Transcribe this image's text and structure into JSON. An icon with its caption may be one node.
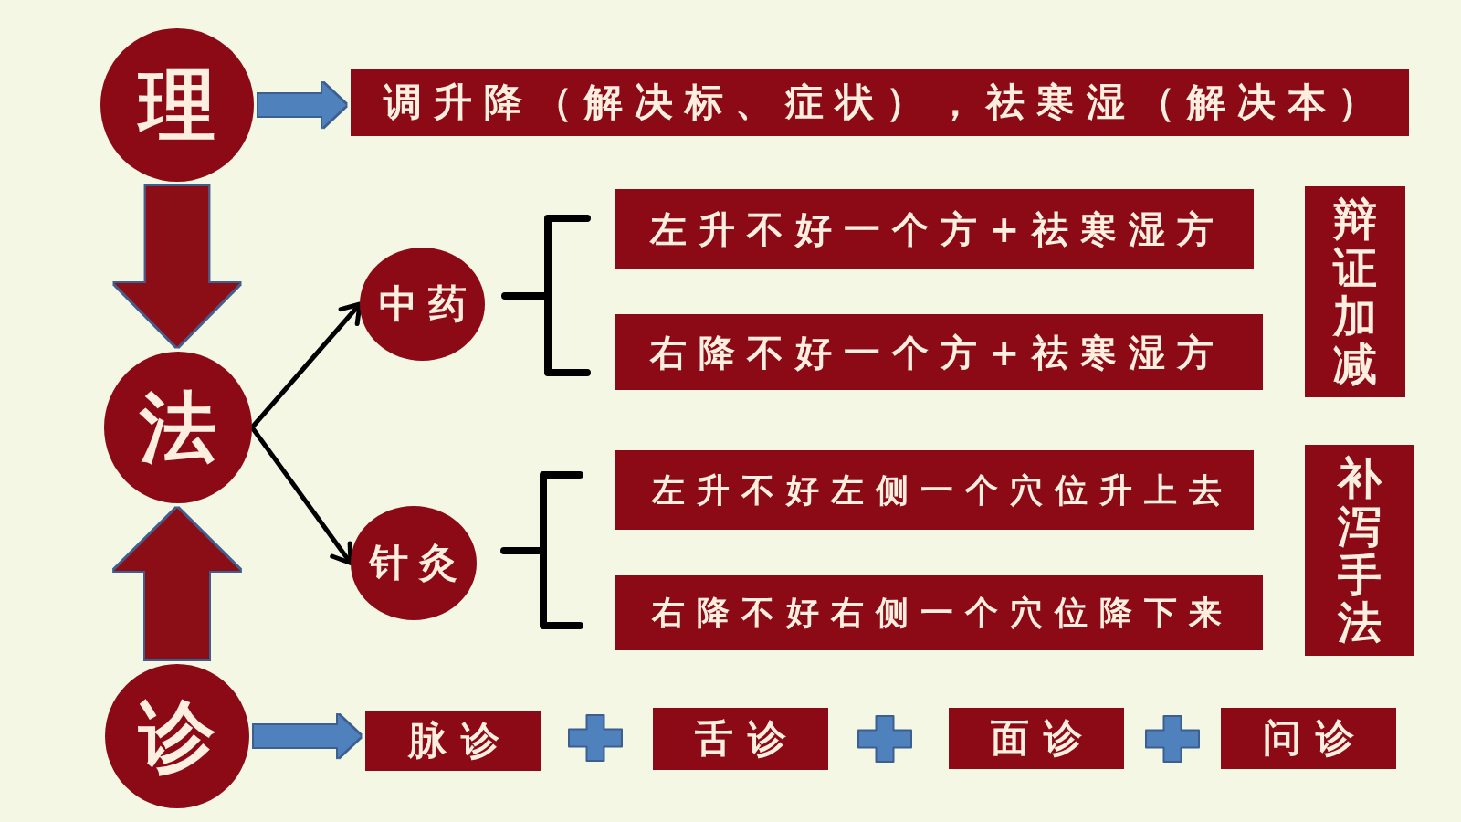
{
  "diagram": {
    "nodes": [
      {
        "text": [
          "理"
        ]
      },
      {
        "text": [
          "调升降（解决标、症状），祛寒湿（解决本）"
        ]
      },
      {
        "text": [
          "法"
        ]
      },
      {
        "text": [
          "中药"
        ]
      },
      {
        "text": [
          "左升不好一个方+祛寒湿方"
        ]
      },
      {
        "text": [
          "右降不好一个方+祛寒湿方"
        ]
      },
      {
        "text": [
          "辩证加减"
        ]
      },
      {
        "text": [
          "针灸"
        ]
      },
      {
        "text": [
          "左升不好左侧一个穴位升上去"
        ]
      },
      {
        "text": [
          "右降不好右侧一个穴位降下来"
        ]
      },
      {
        "text": [
          "补泻手法"
        ]
      },
      {
        "text": [
          "诊"
        ]
      },
      {
        "text": [
          "脉诊"
        ]
      },
      {
        "text": [
          "舌诊"
        ]
      },
      {
        "text": [
          "面诊"
        ]
      },
      {
        "text": [
          "问诊"
        ]
      }
    ],
    "edges": [
      {
        "from": 0,
        "to": 1,
        "arrow": "to",
        "color": "#4f81bd"
      },
      {
        "from": 0,
        "to": 2,
        "arrow": "to",
        "style": "thick",
        "color": "#8b0a16"
      },
      {
        "from": 2,
        "to": 3,
        "arrow": "to",
        "color": "#000000"
      },
      {
        "from": 2,
        "to": 7,
        "arrow": "to",
        "color": "#000000"
      },
      {
        "from": 11,
        "to": 2,
        "arrow": "to",
        "style": "thick",
        "color": "#8b0a16"
      },
      {
        "from": 11,
        "to": 12,
        "arrow": "to",
        "color": "#4f81bd"
      }
    ]
  }
}
